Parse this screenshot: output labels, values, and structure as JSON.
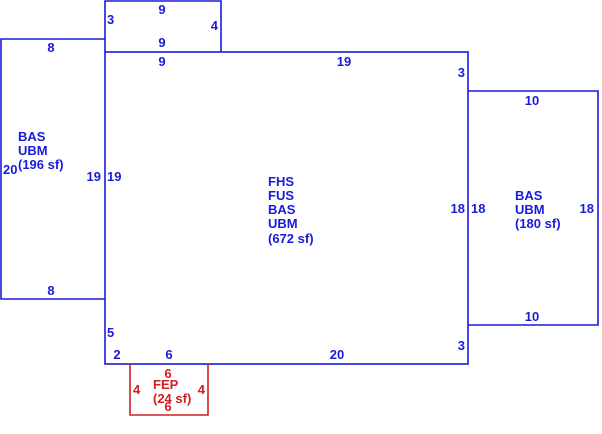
{
  "colors": {
    "main": "#1a1adb",
    "porch": "#d02020"
  },
  "sections": {
    "left": {
      "lines": [
        "BAS",
        "UBM",
        "(196 sf)"
      ],
      "dims": {
        "top": "8",
        "bottom": "8",
        "left": "20",
        "right": "19"
      }
    },
    "center": {
      "lines": [
        "FHS",
        "FUS",
        "BAS",
        "UBM",
        "(672 sf)"
      ],
      "dims": {
        "top_left": "9",
        "top": "19",
        "left": "19",
        "right_top": "3",
        "right": "18",
        "right_bottom": "3",
        "bottom_left_side": "5",
        "bottom_small": "2",
        "bottom_mid": "6",
        "bottom": "20"
      }
    },
    "right": {
      "lines": [
        "BAS",
        "UBM",
        "(180 sf)"
      ],
      "dims": {
        "top": "10",
        "bottom": "10",
        "left": "18",
        "right": "18"
      }
    },
    "top_bump": {
      "dims": {
        "top": "9",
        "bottom": "9",
        "left": "3",
        "right": "4"
      }
    },
    "porch": {
      "lines": [
        "FEP",
        "(24 sf)"
      ],
      "dims": {
        "top": "6",
        "bottom": "6",
        "left": "4",
        "right": "4"
      }
    }
  }
}
